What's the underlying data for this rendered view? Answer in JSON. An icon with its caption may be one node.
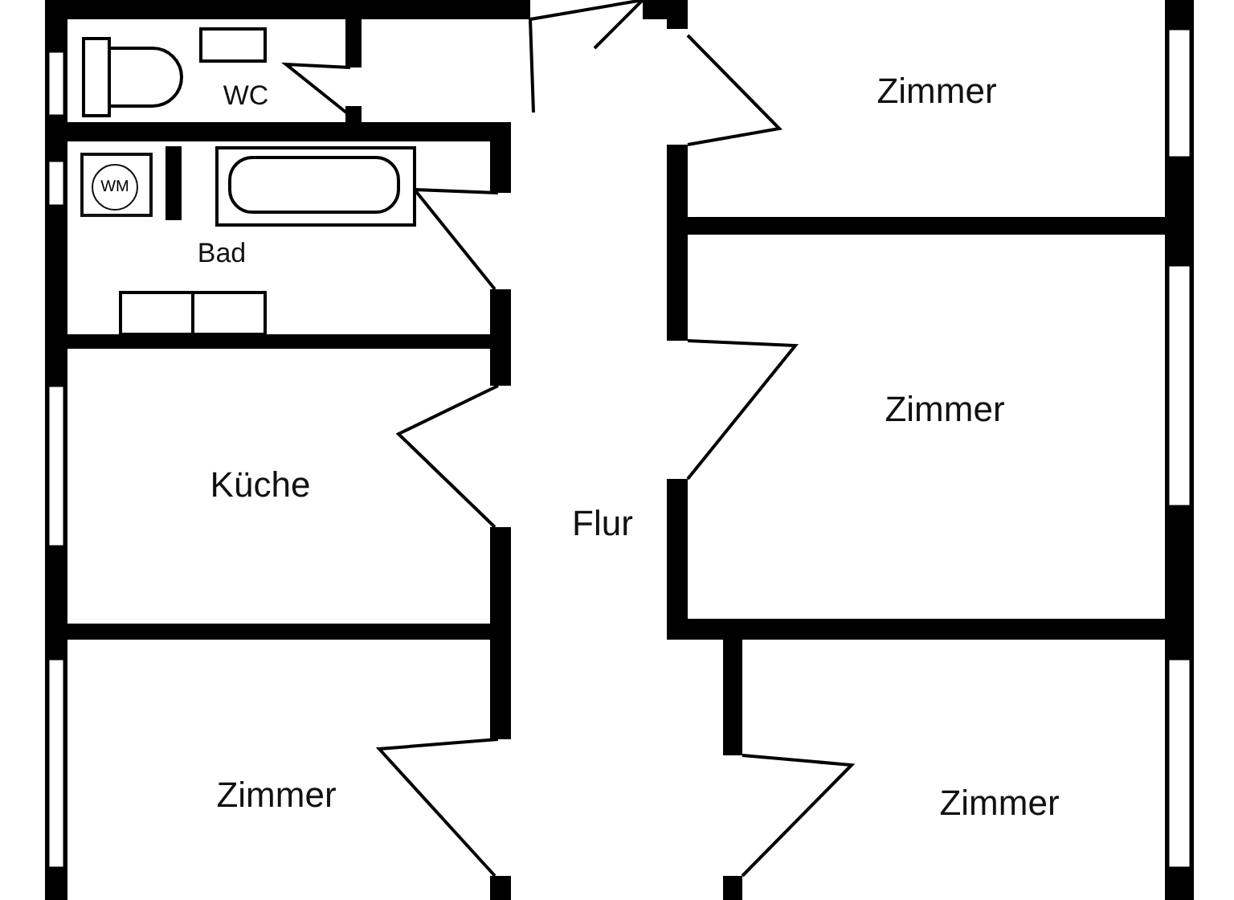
{
  "diagram": {
    "nodes": [
      {
        "text": [
          "WC"
        ]
      },
      {
        "text": [
          "Zimmer"
        ]
      },
      {
        "text": [
          "Bad"
        ]
      },
      {
        "text": [
          "WM"
        ],
        "in": 2
      },
      {
        "text": [
          "Zimmer"
        ]
      },
      {
        "text": [
          "Küche"
        ]
      },
      {
        "text": [
          "Flur"
        ]
      },
      {
        "text": [
          "Zimmer"
        ]
      },
      {
        "text": [
          "Zimmer"
        ]
      }
    ]
  }
}
